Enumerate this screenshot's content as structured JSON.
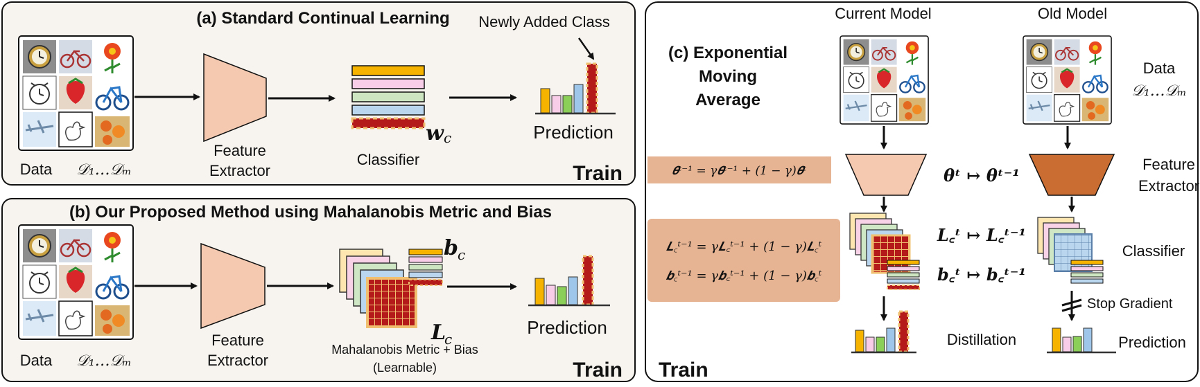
{
  "colors": {
    "panel_bg": "#f7f4ef",
    "feature_extractor_fill": "#f5c9b0",
    "old_extractor_fill": "#c96d33",
    "eq_box_fill": "#e6b393",
    "matrix_red": "#b51a1a",
    "bar_orange": "#f6b400",
    "bar_pink": "#f8cde8",
    "bar_green": "#8ccf58",
    "bar_blue": "#9ec6ea"
  },
  "panel_a": {
    "title": "(a) Standard Continual Learning",
    "callout": "Newly Added Class",
    "data_label": "Data",
    "dataset_label": "𝒟₁…𝒟ₘ",
    "extractor_label_1": "Feature",
    "extractor_label_2": "Extractor",
    "classifier_label": "Classifier",
    "weight_label": "𝒘",
    "weight_sub": "c",
    "prediction_label": "Prediction",
    "train_label": "Train"
  },
  "panel_b": {
    "title": "(b) Our Proposed Method using Mahalanobis Metric and Bias",
    "data_label": "Data",
    "dataset_label": "𝒟₁…𝒟ₘ",
    "extractor_label_1": "Feature",
    "extractor_label_2": "Extractor",
    "bias_label": "𝒃",
    "bias_sub": "c",
    "metric_label": "𝑳",
    "metric_sub": "c",
    "metric_caption_1": "Mahalanobis Metric + Bias",
    "metric_caption_2": "(Learnable)",
    "prediction_label": "Prediction",
    "train_label": "Train"
  },
  "panel_c": {
    "title_1": "(c) Exponential",
    "title_2": "Moving",
    "title_3": "Average",
    "current_model": "Current Model",
    "old_model": "Old Model",
    "data_label": "Data",
    "dataset_label": "𝒟₁…𝒟ₘ",
    "eq_theta": "𝜽ᵗ⁻¹ = γ𝜽ᵗ⁻¹ + (1 − γ)𝜽ᵗ",
    "eq_L": "𝑳꜀ᵗ⁻¹ = γ𝑳꜀ᵗ⁻¹ + (1 − γ)𝑳꜀ᵗ",
    "eq_b": "𝒃꜀ᵗ⁻¹ = γ𝒃꜀ᵗ⁻¹ + (1 − γ)𝒃꜀ᵗ",
    "map_theta": "𝜽ᵗ ↦ 𝜽ᵗ⁻¹",
    "map_L": "𝑳꜀ᵗ ↦ 𝑳꜀ᵗ⁻¹",
    "map_b": "𝒃꜀ᵗ ↦ 𝒃꜀ᵗ⁻¹",
    "extractor_label_1": "Feature",
    "extractor_label_2": "Extractor",
    "classifier_label": "Classifier",
    "stop_gradient": "Stop Gradient",
    "distillation_label": "Distillation",
    "prediction_label": "Prediction",
    "train_label": "Train"
  }
}
